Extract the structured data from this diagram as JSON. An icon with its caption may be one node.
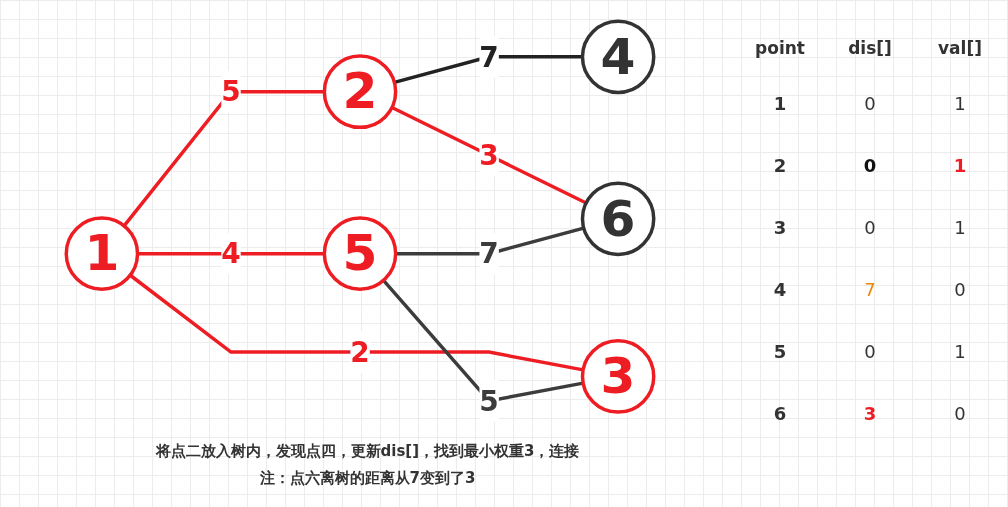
{
  "diagram": {
    "caption": "将点二放入树内，发现点四，更新dis[]，找到最小权重3，连接",
    "nodes": [
      {
        "text": [
          "1"
        ]
      },
      {
        "text": [
          "2"
        ]
      },
      {
        "text": [
          "4"
        ]
      },
      {
        "text": [
          "3"
        ]
      },
      {
        "text": [
          "5"
        ]
      },
      {
        "text": [
          "6"
        ]
      }
    ],
    "edges": [
      {
        "from": 0,
        "to": 1,
        "arrow": "none",
        "label": "5"
      },
      {
        "from": 1,
        "to": 2,
        "arrow": "none",
        "label": "7",
        "color": "#222222"
      },
      {
        "from": 0,
        "to": 3,
        "arrow": "none",
        "label": "2"
      },
      {
        "from": 0,
        "to": 4,
        "arrow": "none",
        "label": "4"
      },
      {
        "from": 1,
        "to": 5,
        "arrow": "none",
        "label": "3"
      },
      {
        "from": 4,
        "to": 3,
        "arrow": "none",
        "label": "5",
        "color": "#3c3c3c"
      },
      {
        "from": 4,
        "to": 5,
        "arrow": "none",
        "label": "7",
        "color": "#3c3c3c"
      }
    ],
    "labels": [
      "point",
      "dis[]",
      "val[]",
      "1",
      "0",
      "1",
      "2",
      "0",
      "1",
      "3",
      "0",
      "1",
      "4",
      "7",
      "0",
      "5",
      "0",
      "1",
      "6",
      "3",
      "0",
      "注：点六离树的距离从7变到了3"
    ]
  }
}
